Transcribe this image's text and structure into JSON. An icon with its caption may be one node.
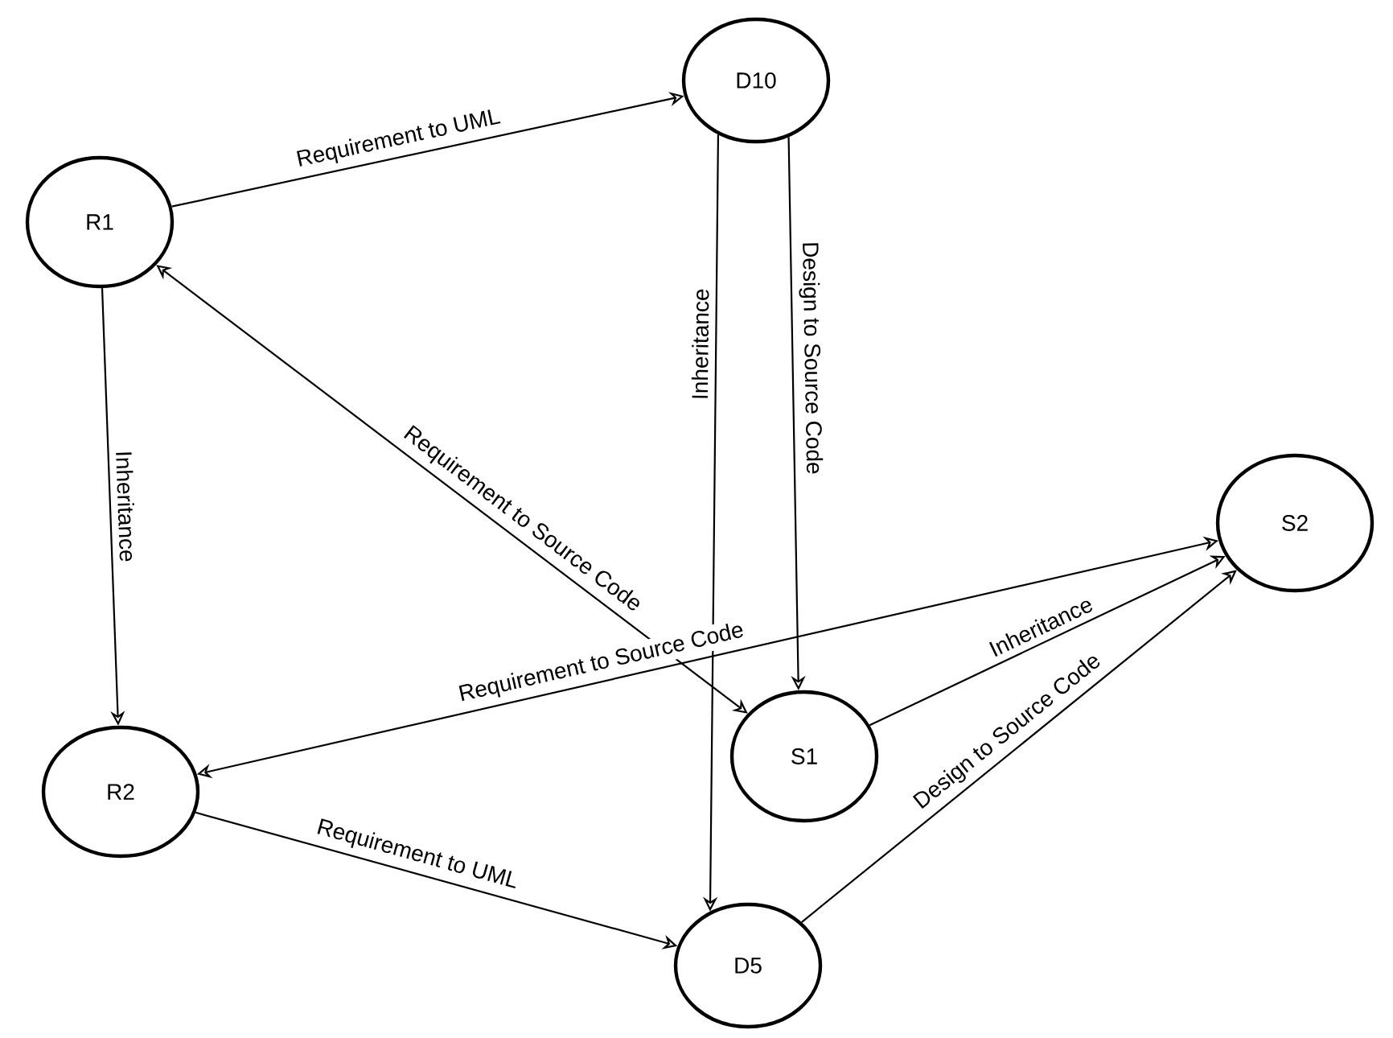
{
  "diagram": {
    "nodes": [
      {
        "text": [
          "R1"
        ]
      },
      {
        "text": [
          "D10"
        ]
      },
      {
        "text": [
          "S2"
        ]
      },
      {
        "text": [
          "S1"
        ]
      },
      {
        "text": [
          "R2"
        ]
      },
      {
        "text": [
          "D5"
        ]
      }
    ],
    "edges": [
      {
        "from": 0,
        "to": 1,
        "arrow": "to",
        "label": "Requirement to UML"
      },
      {
        "from": 0,
        "to": 4,
        "arrow": "to",
        "label": "Inheritance"
      },
      {
        "from": 1,
        "to": 5,
        "arrow": "to",
        "label": "Inheritance"
      },
      {
        "from": 1,
        "to": 3,
        "arrow": "to",
        "label": "Design to Source Code"
      },
      {
        "from": 3,
        "to": 0,
        "arrow": "both",
        "label": "Requirement to Source Code"
      },
      {
        "from": 4,
        "to": 2,
        "arrow": "both",
        "label": "Requirement to Source Code"
      },
      {
        "from": 3,
        "to": 2,
        "arrow": "to",
        "label": "Inheritance"
      },
      {
        "from": 5,
        "to": 2,
        "arrow": "to",
        "label": "Design to Source Code"
      },
      {
        "from": 4,
        "to": 5,
        "arrow": "to",
        "label": "Requirement to UML"
      }
    ]
  }
}
